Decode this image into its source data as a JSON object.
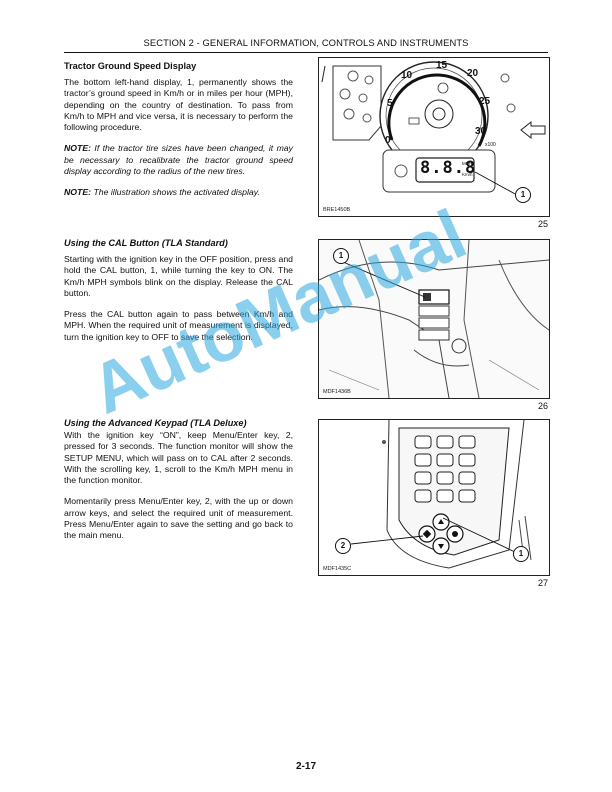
{
  "header": {
    "section": "SECTION 2 - GENERAL INFORMATION, CONTROLS AND INSTRUMENTS"
  },
  "sections": [
    {
      "heading": "Tractor Ground Speed Display",
      "p1": "The bottom left-hand display, 1, permanently shows the tractor’s ground speed in Km/h or in miles per hour (MPH), depending on the country of destination. To pass from Km/h to MPH and vice versa, it is necessary to perform the following procedure.",
      "note1_label": "NOTE:",
      "note1_text": " If the tractor tire sizes have been changed, it may be necessary to recalibrate the tractor ground speed display according to the radius of the new tires.",
      "note2_label": "NOTE:",
      "note2_text": " The illustration shows the activated display."
    },
    {
      "heading": "Using the CAL Button (TLA Standard)",
      "p1": "Starting with the ignition key in the OFF position, press and hold the CAL button, 1, while turning the key to ON. The Km/h MPH symbols blink on the display. Release the CAL button.",
      "p2": "Press the CAL button again to pass between Km/h and MPH. When the required unit of measurement is displayed, turn the ignition key to OFF to save the selection."
    },
    {
      "heading": "Using the Advanced Keypad (TLA Deluxe)",
      "p1": "With the ignition key “ON”, keep Menu/Enter key, 2, pressed for 3 seconds. The function monitor will show the SETUP MENU, which will pass on to CAL after 2 seconds. With the scrolling key, 1, scroll to the Km/h MPH menu in the function monitor.",
      "p2": "Momentarily press Menu/Enter key, 2, with the up or down arrow keys, and select the required unit of measurement. Press Menu/Enter again to save the setting and go back to the main menu."
    }
  ],
  "figures": [
    {
      "number": "25",
      "code": "BRE1450B",
      "callouts": [
        "1"
      ],
      "gauge_ticks": [
        "0",
        "5",
        "10",
        "15",
        "20",
        "25",
        "30"
      ],
      "display_digits": "8.8.8",
      "unit_top": "MPH",
      "unit_bottom": "Km/h",
      "multiplier": "x100"
    },
    {
      "number": "26",
      "code": "MDF1436B",
      "callouts": [
        "1"
      ]
    },
    {
      "number": "27",
      "code": "MDF1435C",
      "callouts": [
        "2",
        "1"
      ]
    }
  ],
  "watermark": "AutoManual",
  "page_number": "2-17",
  "colors": {
    "watermark": "#29a8e0",
    "line": "#222222"
  }
}
